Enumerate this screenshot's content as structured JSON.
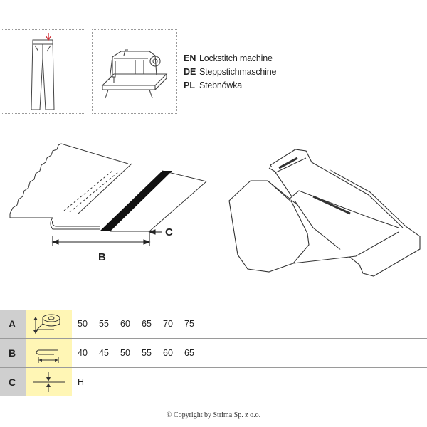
{
  "languages": [
    {
      "code": "EN",
      "name": "Lockstitch machine"
    },
    {
      "code": "DE",
      "name": "Steppstichmaschine"
    },
    {
      "code": "PL",
      "name": "Stebnówka"
    }
  ],
  "diagram": {
    "label_b": "B",
    "label_c": "C"
  },
  "table": {
    "rows": [
      {
        "letter": "A",
        "icon": "tape-roll-width-icon",
        "values": [
          "50",
          "55",
          "60",
          "65",
          "70",
          "75"
        ]
      },
      {
        "letter": "B",
        "icon": "folded-hem-width-icon",
        "values": [
          "40",
          "45",
          "50",
          "55",
          "60",
          "65"
        ]
      },
      {
        "letter": "C",
        "icon": "material-thickness-icon",
        "values": [
          "H"
        ]
      }
    ]
  },
  "copyright": "© Copyright by Strima Sp. z o.o."
}
